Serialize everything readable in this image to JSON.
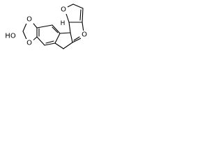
{
  "molecule": {
    "atom_labels": {
      "hydroxy": "HO",
      "dioxole_o_upper": "O",
      "dioxole_o_lower": "O",
      "furan_o": "O",
      "pyran_o": "O",
      "junction_h": "H"
    }
  }
}
